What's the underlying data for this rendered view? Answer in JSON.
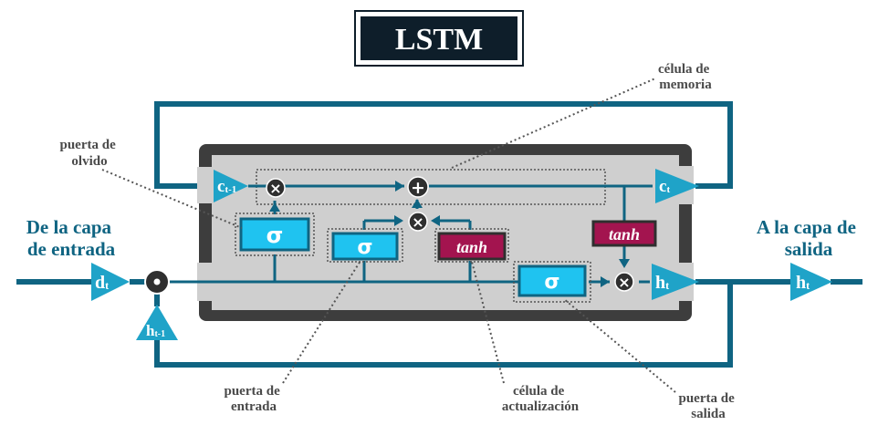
{
  "title": "LSTM",
  "labels": {
    "memory_cell": [
      "célula de",
      "memoria"
    ],
    "forget_gate": [
      "puerta de",
      "olvido"
    ],
    "input_gate": [
      "puerta de",
      "entrada"
    ],
    "update_cell": [
      "célula de",
      "actualización"
    ],
    "output_gate": [
      "puerta de",
      "salida"
    ],
    "from_input_layer": [
      "De la capa",
      "de entrada"
    ],
    "to_output_layer": [
      "A la capa de",
      "salida"
    ]
  },
  "symbols": {
    "sigma": "σ",
    "tanh": "tanh",
    "multiply": "×",
    "add": "+"
  },
  "variables": {
    "c_prev": {
      "base": "c",
      "sub": "t-1"
    },
    "c_t": {
      "base": "c",
      "sub": "t"
    },
    "d_t": {
      "base": "d",
      "sub": "t"
    },
    "h_prev": {
      "base": "h",
      "sub": "t-1"
    },
    "h_t": {
      "base": "h",
      "sub": "t"
    }
  },
  "colors": {
    "line": "#0f6482",
    "sigma_fill": "#1fc3f0",
    "tanh_fill": "#a3144f",
    "frame": "#3d3d3d",
    "panel": "#cfcfcf",
    "title_bg": "#0e1e2a",
    "dark": "#2f2f2f"
  }
}
